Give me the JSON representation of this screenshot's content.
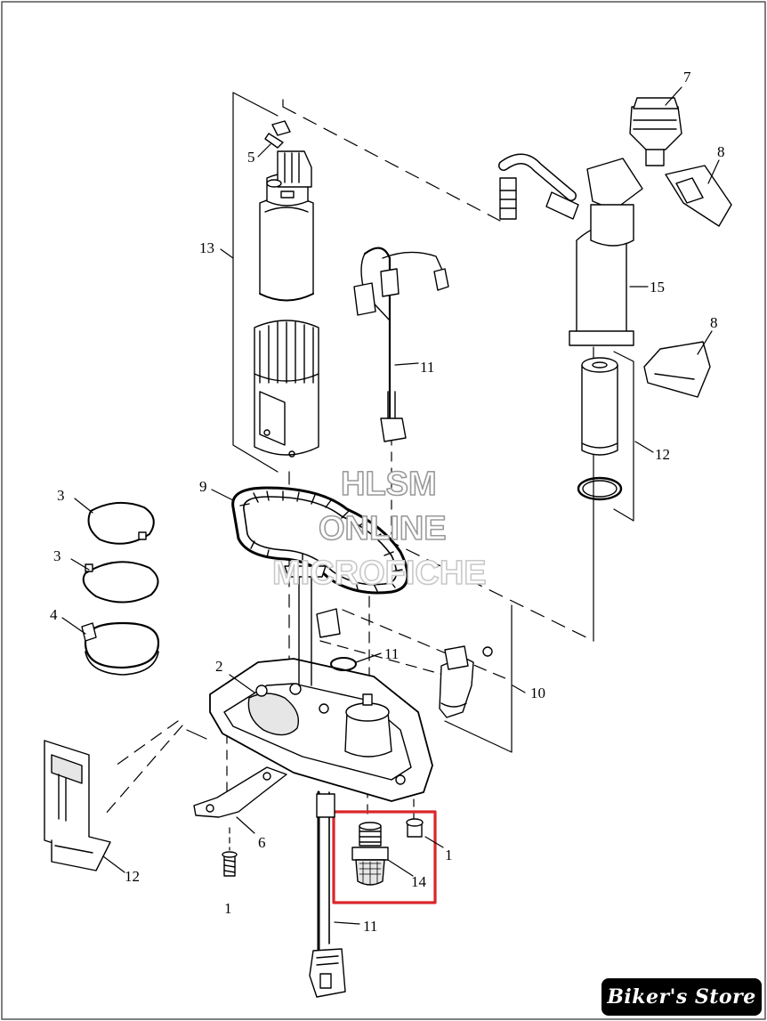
{
  "watermark": {
    "line1": "HLSM",
    "line2": "ONLINE",
    "line3": "MICROFICHE"
  },
  "badge": {
    "text": "Biker's Store"
  },
  "callouts": {
    "c1_left": "1",
    "c1_right": "1",
    "c2": "2",
    "c3_top": "3",
    "c3_mid": "3",
    "c4": "4",
    "c5": "5",
    "c6": "6",
    "c7": "7",
    "c8_top": "8",
    "c8_bottom": "8",
    "c9": "9",
    "c10": "10",
    "c11_harness": "11",
    "c11_ring": "11",
    "c11_bottom": "11",
    "c12_filter": "12",
    "c12_bracket": "12",
    "c13": "13",
    "c14": "14",
    "c15": "15"
  },
  "highlight": {
    "part": "14",
    "color": "#d9262c"
  },
  "colors": {
    "line": "#000000",
    "fill": "#ffffff",
    "shade": "#e6e6e6",
    "background": "#ffffff"
  }
}
